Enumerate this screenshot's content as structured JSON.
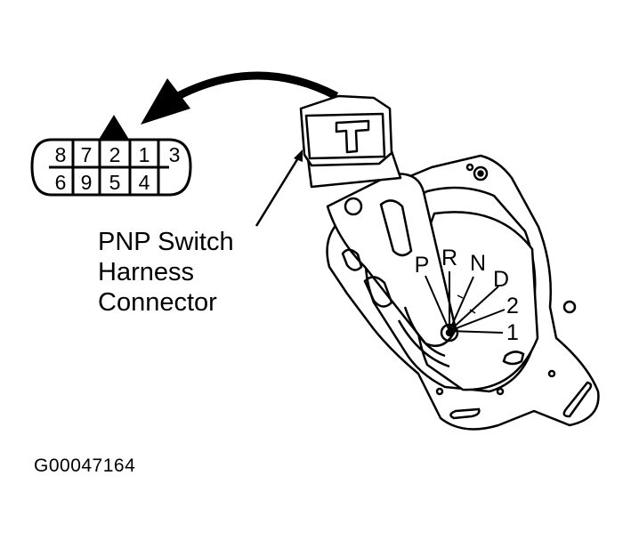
{
  "connector_pins": {
    "top_row": [
      "8",
      "7",
      "2",
      "1",
      "3"
    ],
    "bottom_row": [
      "6",
      "9",
      "5",
      "4"
    ]
  },
  "callout": {
    "lines": [
      "PNP Switch",
      "Harness",
      "Connector"
    ]
  },
  "gear_positions": [
    "P",
    "R",
    "N",
    "D",
    "2",
    "1"
  ],
  "figure_id": "G00047164"
}
